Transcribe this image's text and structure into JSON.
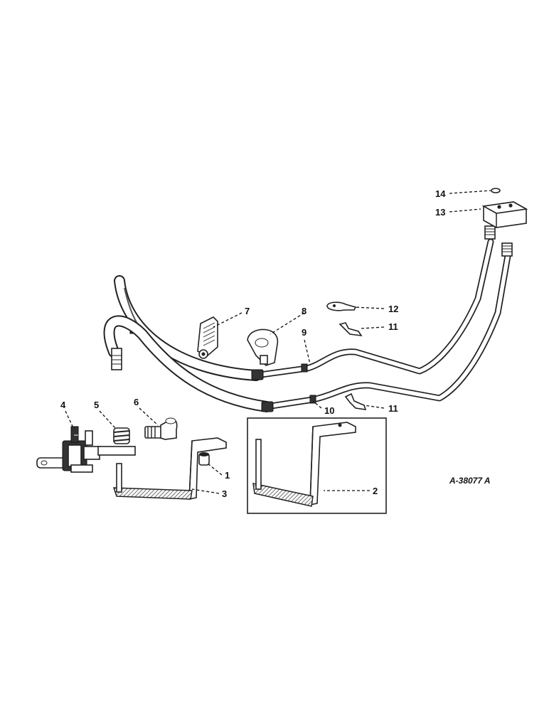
{
  "diagram": {
    "reference_code": "A-38077 A",
    "callouts": [
      {
        "id": "1",
        "label": "1"
      },
      {
        "id": "2",
        "label": "2"
      },
      {
        "id": "3",
        "label": "3"
      },
      {
        "id": "4",
        "label": "4"
      },
      {
        "id": "5",
        "label": "5"
      },
      {
        "id": "6",
        "label": "6"
      },
      {
        "id": "7",
        "label": "7"
      },
      {
        "id": "8",
        "label": "8"
      },
      {
        "id": "9",
        "label": "9"
      },
      {
        "id": "10",
        "label": "10"
      },
      {
        "id": "11a",
        "label": "11"
      },
      {
        "id": "11b",
        "label": "11"
      },
      {
        "id": "12",
        "label": "12"
      },
      {
        "id": "13",
        "label": "13"
      },
      {
        "id": "14",
        "label": "14"
      }
    ]
  }
}
